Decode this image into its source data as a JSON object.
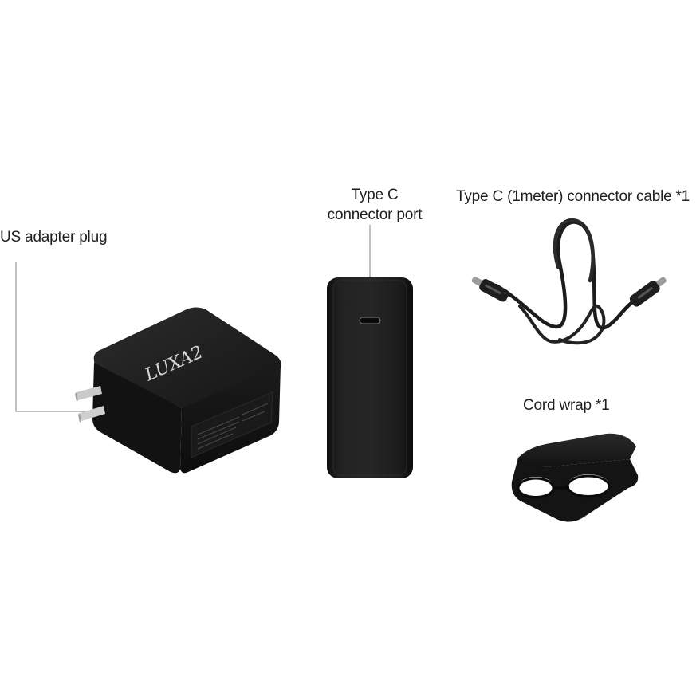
{
  "labels": {
    "us_adapter_plug": "US adapter plug",
    "type_c_port_line1": "Type C",
    "type_c_port_line2": "connector port",
    "type_c_cable": "Type C (1meter) connector cable *1",
    "cord_wrap": "Cord wrap *1"
  },
  "product": {
    "brand_logo_text": "LUXA2"
  },
  "colors": {
    "background": "#ffffff",
    "product_black": "#1c1c1c",
    "leader_line": "#9a9a9a"
  }
}
